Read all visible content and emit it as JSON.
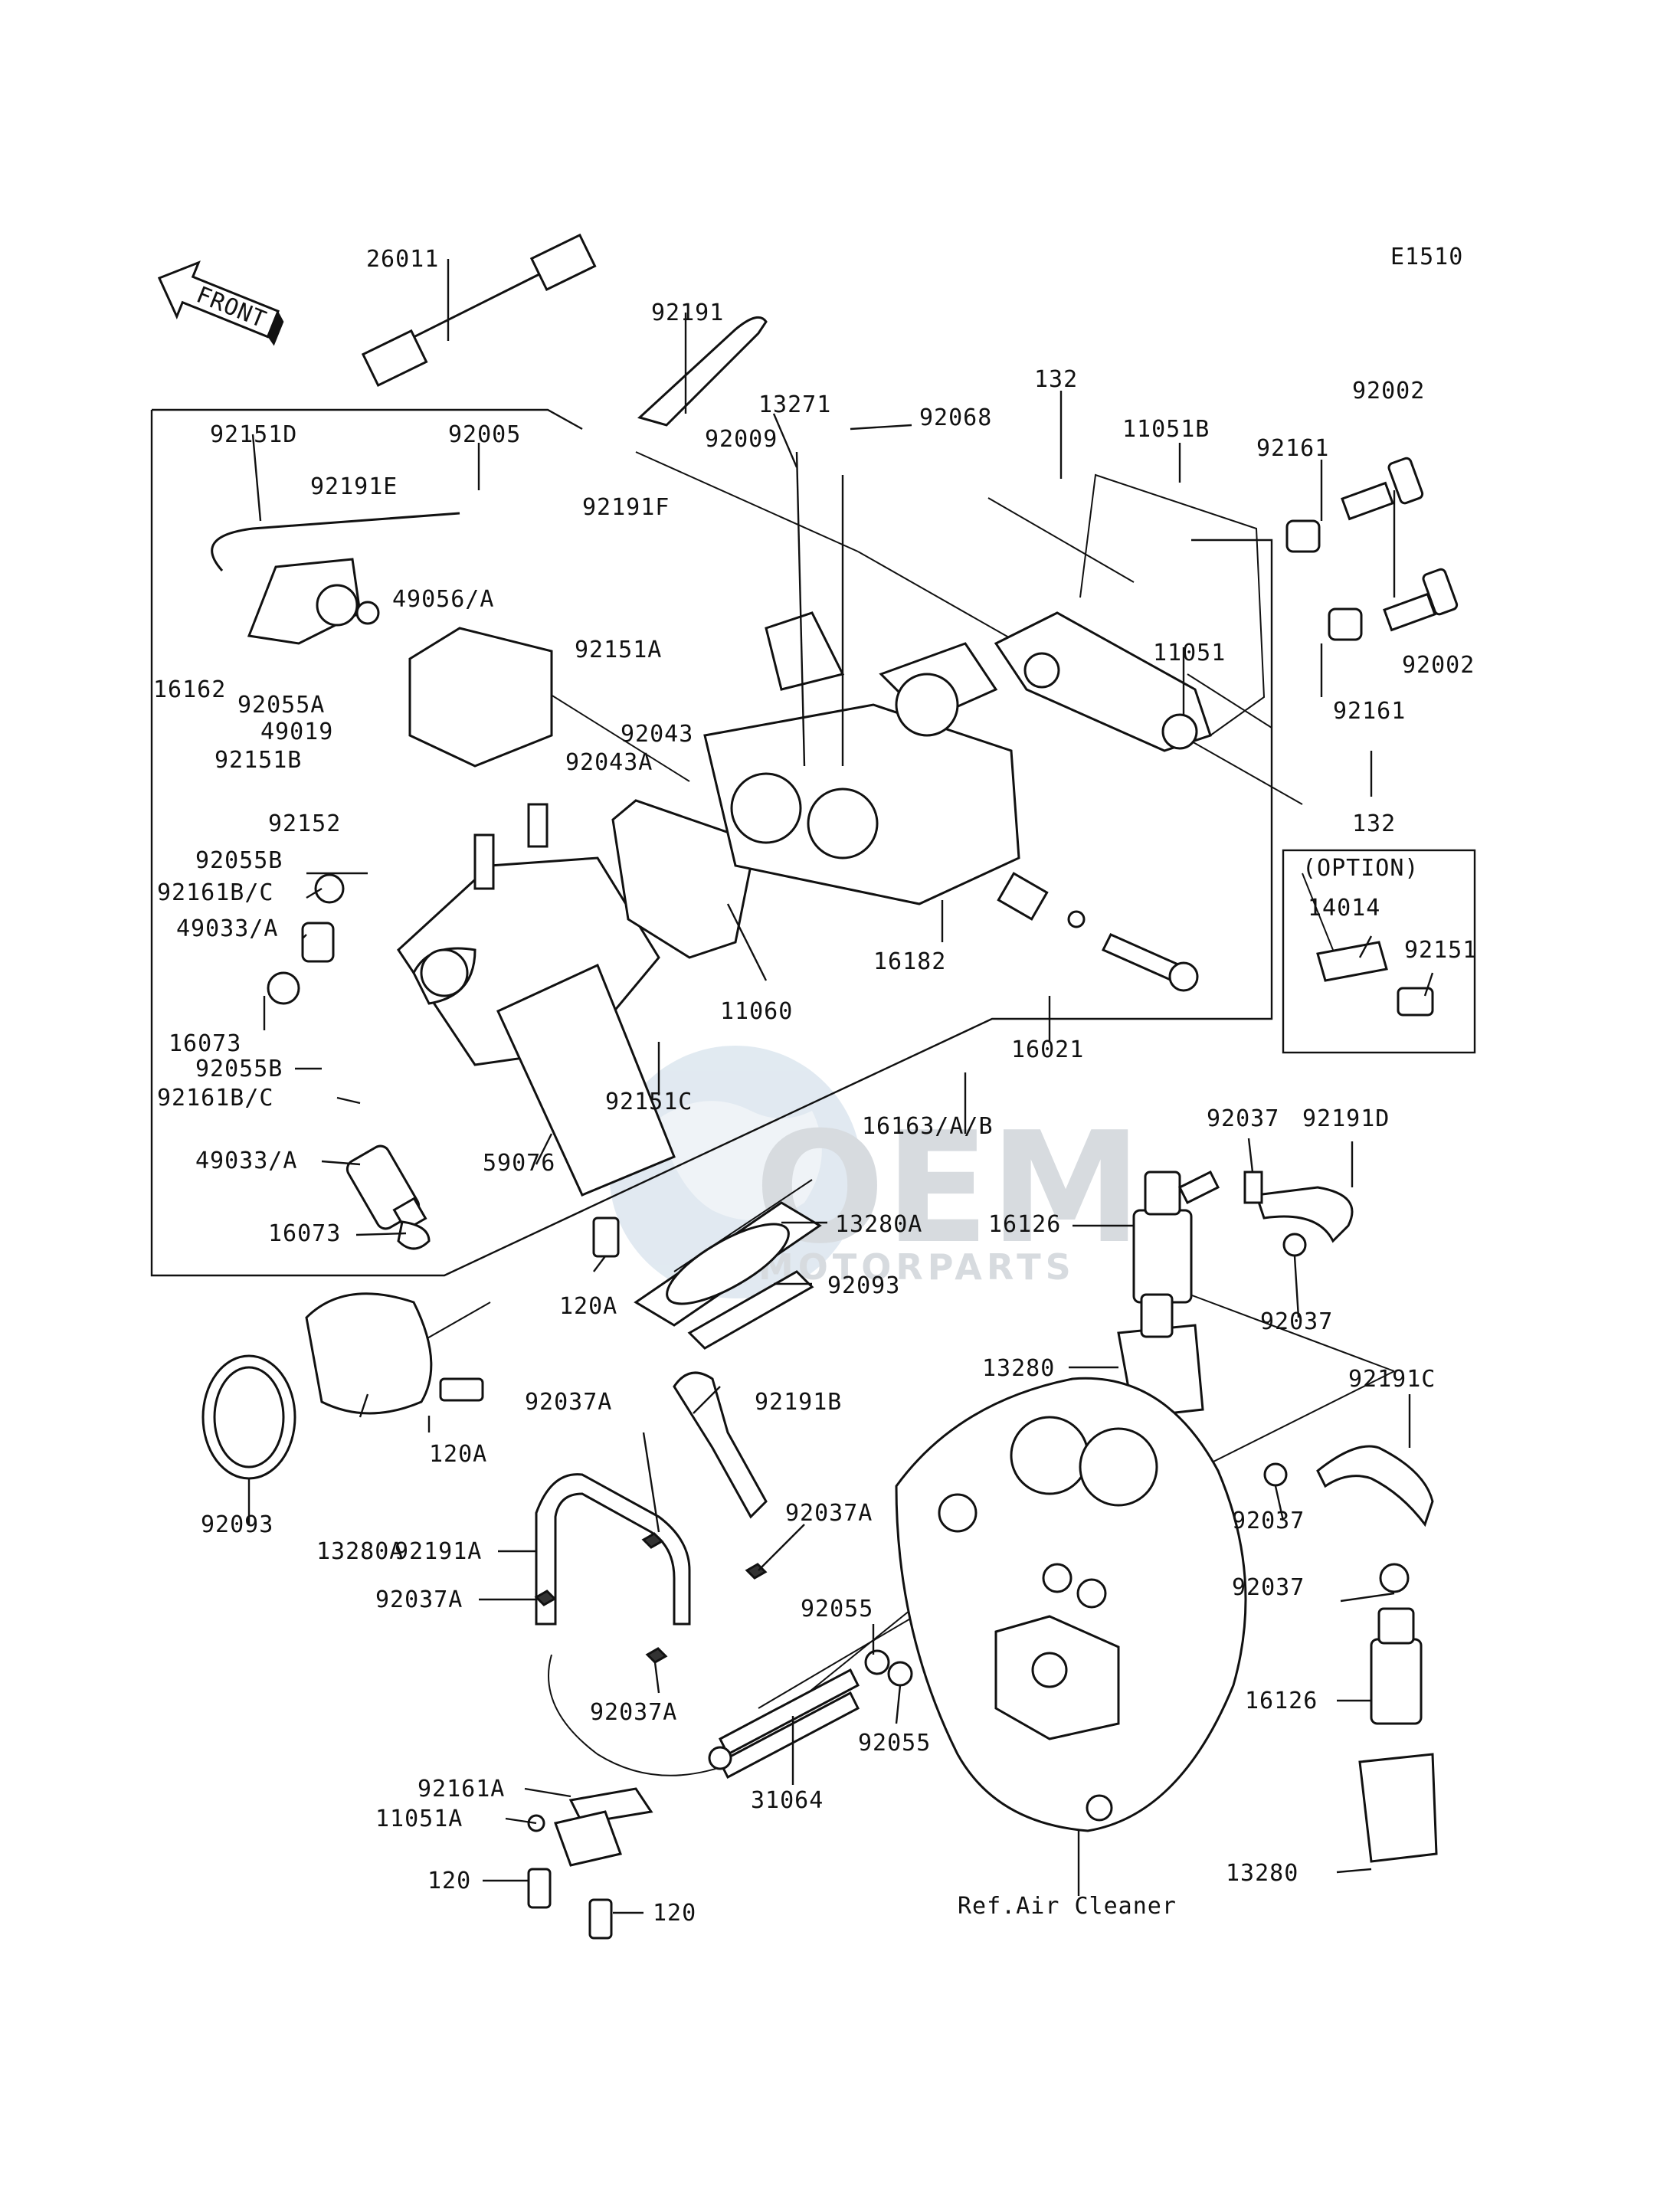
{
  "diagram_code": "E1510",
  "front_label": "FRONT",
  "option_label": "(OPTION)",
  "ref_label": "Ref.Air Cleaner",
  "watermark": {
    "line1": "OEM",
    "line2": "MOTORPARTS",
    "color": "#b7bec6"
  },
  "parts": [
    "26011",
    "92191",
    "92151D",
    "92005",
    "13271",
    "92009",
    "92068",
    "132",
    "11051B",
    "92161",
    "92002",
    "92191E",
    "92191F",
    "16162",
    "92055A",
    "49056/A",
    "49019",
    "92151A",
    "92151B",
    "92043",
    "92043A",
    "92152",
    "92055B",
    "92161B/C",
    "49033/A",
    "16073",
    "11060",
    "92055B",
    "92161B/C",
    "49033/A",
    "16073",
    "59076",
    "92151C",
    "16182",
    "16021",
    "11051",
    "92002",
    "92161",
    "132",
    "14014",
    "92151",
    "16163/A/B",
    "92037",
    "92191D",
    "16126",
    "13280A",
    "92093",
    "120A",
    "13280",
    "92037",
    "92191C",
    "92093",
    "13280A",
    "120A",
    "92037A",
    "92191B",
    "92191A",
    "92037A",
    "92037A",
    "92037A",
    "92055",
    "92055",
    "31064",
    "92161A",
    "11051A",
    "120",
    "120",
    "92037",
    "92037",
    "16126",
    "13280"
  ]
}
